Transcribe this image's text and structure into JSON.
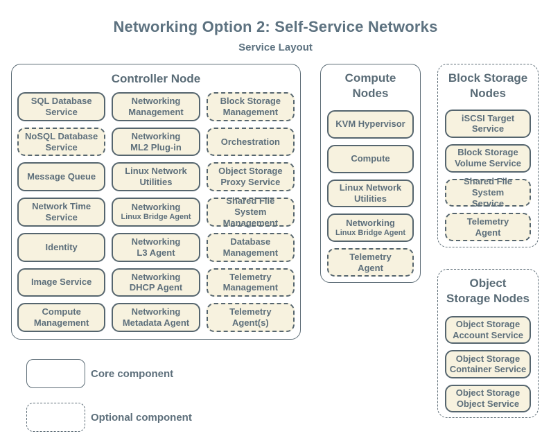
{
  "header": {
    "title": "Networking Option 2: Self-Service Networks",
    "subtitle": "Service Layout"
  },
  "colors": {
    "background": "#ffffff",
    "box_fill": "#f7f2df",
    "box_border": "#55656e",
    "container_border": "#5b6b75",
    "text": "#5d6f7b"
  },
  "containers": [
    {
      "title": "Controller Node",
      "border": "solid",
      "services": [
        {
          "label": "SQL Database\nService",
          "type": "core"
        },
        {
          "label": "Networking\nManagement",
          "type": "core"
        },
        {
          "label": "Block Storage\nManagement",
          "type": "optional"
        },
        {
          "label": "NoSQL Database\nService",
          "type": "optional"
        },
        {
          "label": "Networking\nML2 Plug-in",
          "type": "core"
        },
        {
          "label": "Orchestration",
          "type": "optional"
        },
        {
          "label": "Message Queue",
          "type": "core"
        },
        {
          "label": "Linux Network\nUtilities",
          "type": "core"
        },
        {
          "label": "Object Storage\nProxy Service",
          "type": "optional"
        },
        {
          "label": "Network Time\nService",
          "type": "core"
        },
        {
          "label": "Networking",
          "sublabel": "Linux Bridge Agent",
          "type": "core"
        },
        {
          "label": "Shared File System\nManagement",
          "type": "optional"
        },
        {
          "label": "Identity",
          "type": "core"
        },
        {
          "label": "Networking\nL3 Agent",
          "type": "core"
        },
        {
          "label": "Database\nManagement",
          "type": "optional"
        },
        {
          "label": "Image Service",
          "type": "core"
        },
        {
          "label": "Networking\nDHCP Agent",
          "type": "core"
        },
        {
          "label": "Telemetry\nManagement",
          "type": "optional"
        },
        {
          "label": "Compute\nManagement",
          "type": "core"
        },
        {
          "label": "Networking\nMetadata Agent",
          "type": "core"
        },
        {
          "label": "Telemetry\nAgent(s)",
          "type": "optional"
        }
      ]
    },
    {
      "title": "Compute\nNodes",
      "border": "solid",
      "services": [
        {
          "label": "KVM Hypervisor",
          "type": "core"
        },
        {
          "label": "Compute",
          "type": "core"
        },
        {
          "label": "Linux Network\nUtilities",
          "type": "core"
        },
        {
          "label": "Networking",
          "sublabel": "Linux Bridge Agent",
          "type": "core"
        },
        {
          "label": "Telemetry\nAgent",
          "type": "optional"
        }
      ]
    },
    {
      "title": "Block Storage\nNodes",
      "border": "dashed",
      "services": [
        {
          "label": "iSCSI Target\nService",
          "type": "core"
        },
        {
          "label": "Block Storage\nVolume Service",
          "type": "core"
        },
        {
          "label": "Shared File System\nService",
          "type": "optional"
        },
        {
          "label": "Telemetry\nAgent",
          "type": "optional"
        }
      ]
    },
    {
      "title": "Object\nStorage Nodes",
      "border": "dashed",
      "services": [
        {
          "label": "Object Storage\nAccount Service",
          "type": "core"
        },
        {
          "label": "Object Storage\nContainer Service",
          "type": "core"
        },
        {
          "label": "Object Storage\nObject Service",
          "type": "core"
        }
      ]
    }
  ],
  "legend": [
    {
      "swatch": "solid",
      "label": "Core component"
    },
    {
      "swatch": "dashed",
      "label": "Optional component"
    }
  ]
}
